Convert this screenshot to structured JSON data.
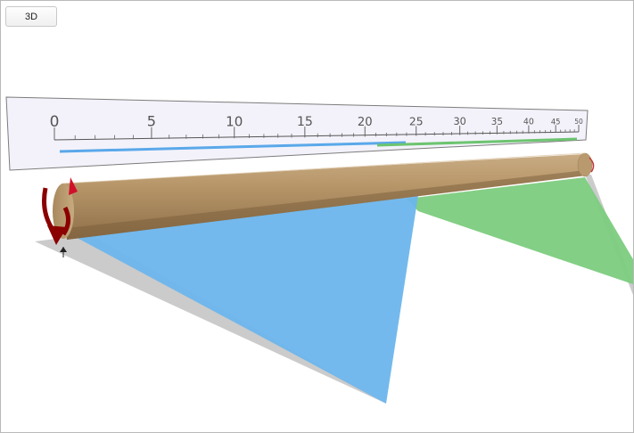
{
  "toolbar": {
    "view_mode_label": "3D"
  },
  "ruler": {
    "major_ticks": [
      "0",
      "5",
      "10",
      "15",
      "20",
      "25",
      "30",
      "35",
      "40",
      "45",
      "50"
    ],
    "range": [
      0,
      50
    ]
  },
  "beam": {
    "color": "#b8976a"
  },
  "diagrams": {
    "blue_color": "#5aa8ea",
    "green_color": "#6cc46f",
    "shadow_color": "#c6c6c6"
  },
  "support_marker": {
    "color": "#8b0000"
  }
}
